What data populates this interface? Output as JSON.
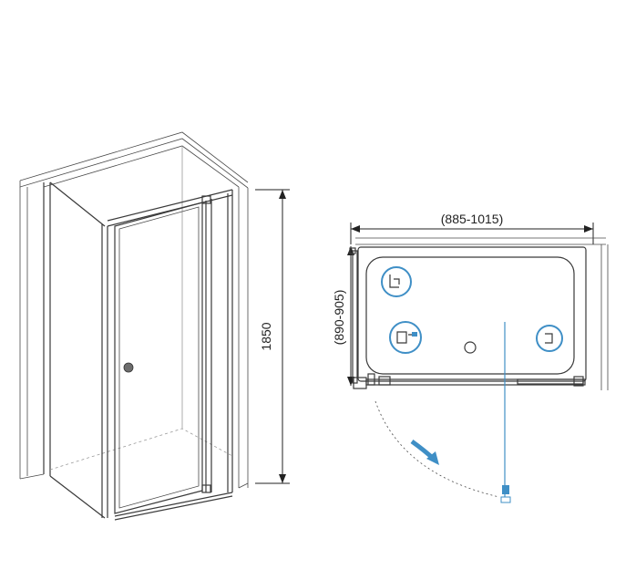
{
  "dimensions": {
    "height": "1850",
    "width_range": "(885-1015)",
    "depth_range": "(890-905)"
  },
  "colors": {
    "line": "#3a3a3a",
    "accent": "#3f8fc6",
    "background": "#ffffff"
  }
}
